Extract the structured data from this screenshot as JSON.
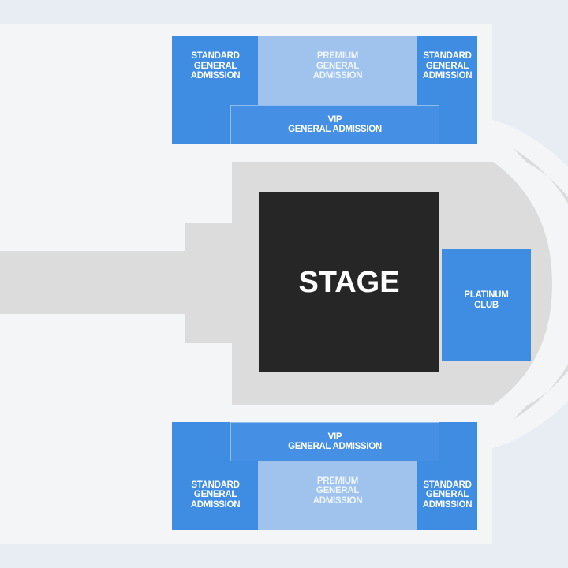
{
  "top_block": {
    "standard_left": "STANDARD\nGENERAL\nADMISSION",
    "premium": "PREMIUM\nGENERAL\nADMISSION",
    "standard_right": "STANDARD\nGENERAL\nADMISSION",
    "vip": "VIP\nGENERAL ADMISSION"
  },
  "bottom_block": {
    "vip": "VIP\nGENERAL ADMISSION",
    "standard_left": "STANDARD\nGENERAL\nADMISSION",
    "premium": "PREMIUM\nGENERAL\nADMISSION",
    "standard_right": "STANDARD\nGENERAL\nADMISSION"
  },
  "stage": "STAGE",
  "platinum": "PLATINUM\nCLUB",
  "colors": {
    "standard": "#3f8de3",
    "premium": "#9fc3ec",
    "vip": "#4590e4",
    "stage": "#262626",
    "floor": "#f4f5f6",
    "grey": "#dcdcdc",
    "background": "#e8ecf3"
  }
}
